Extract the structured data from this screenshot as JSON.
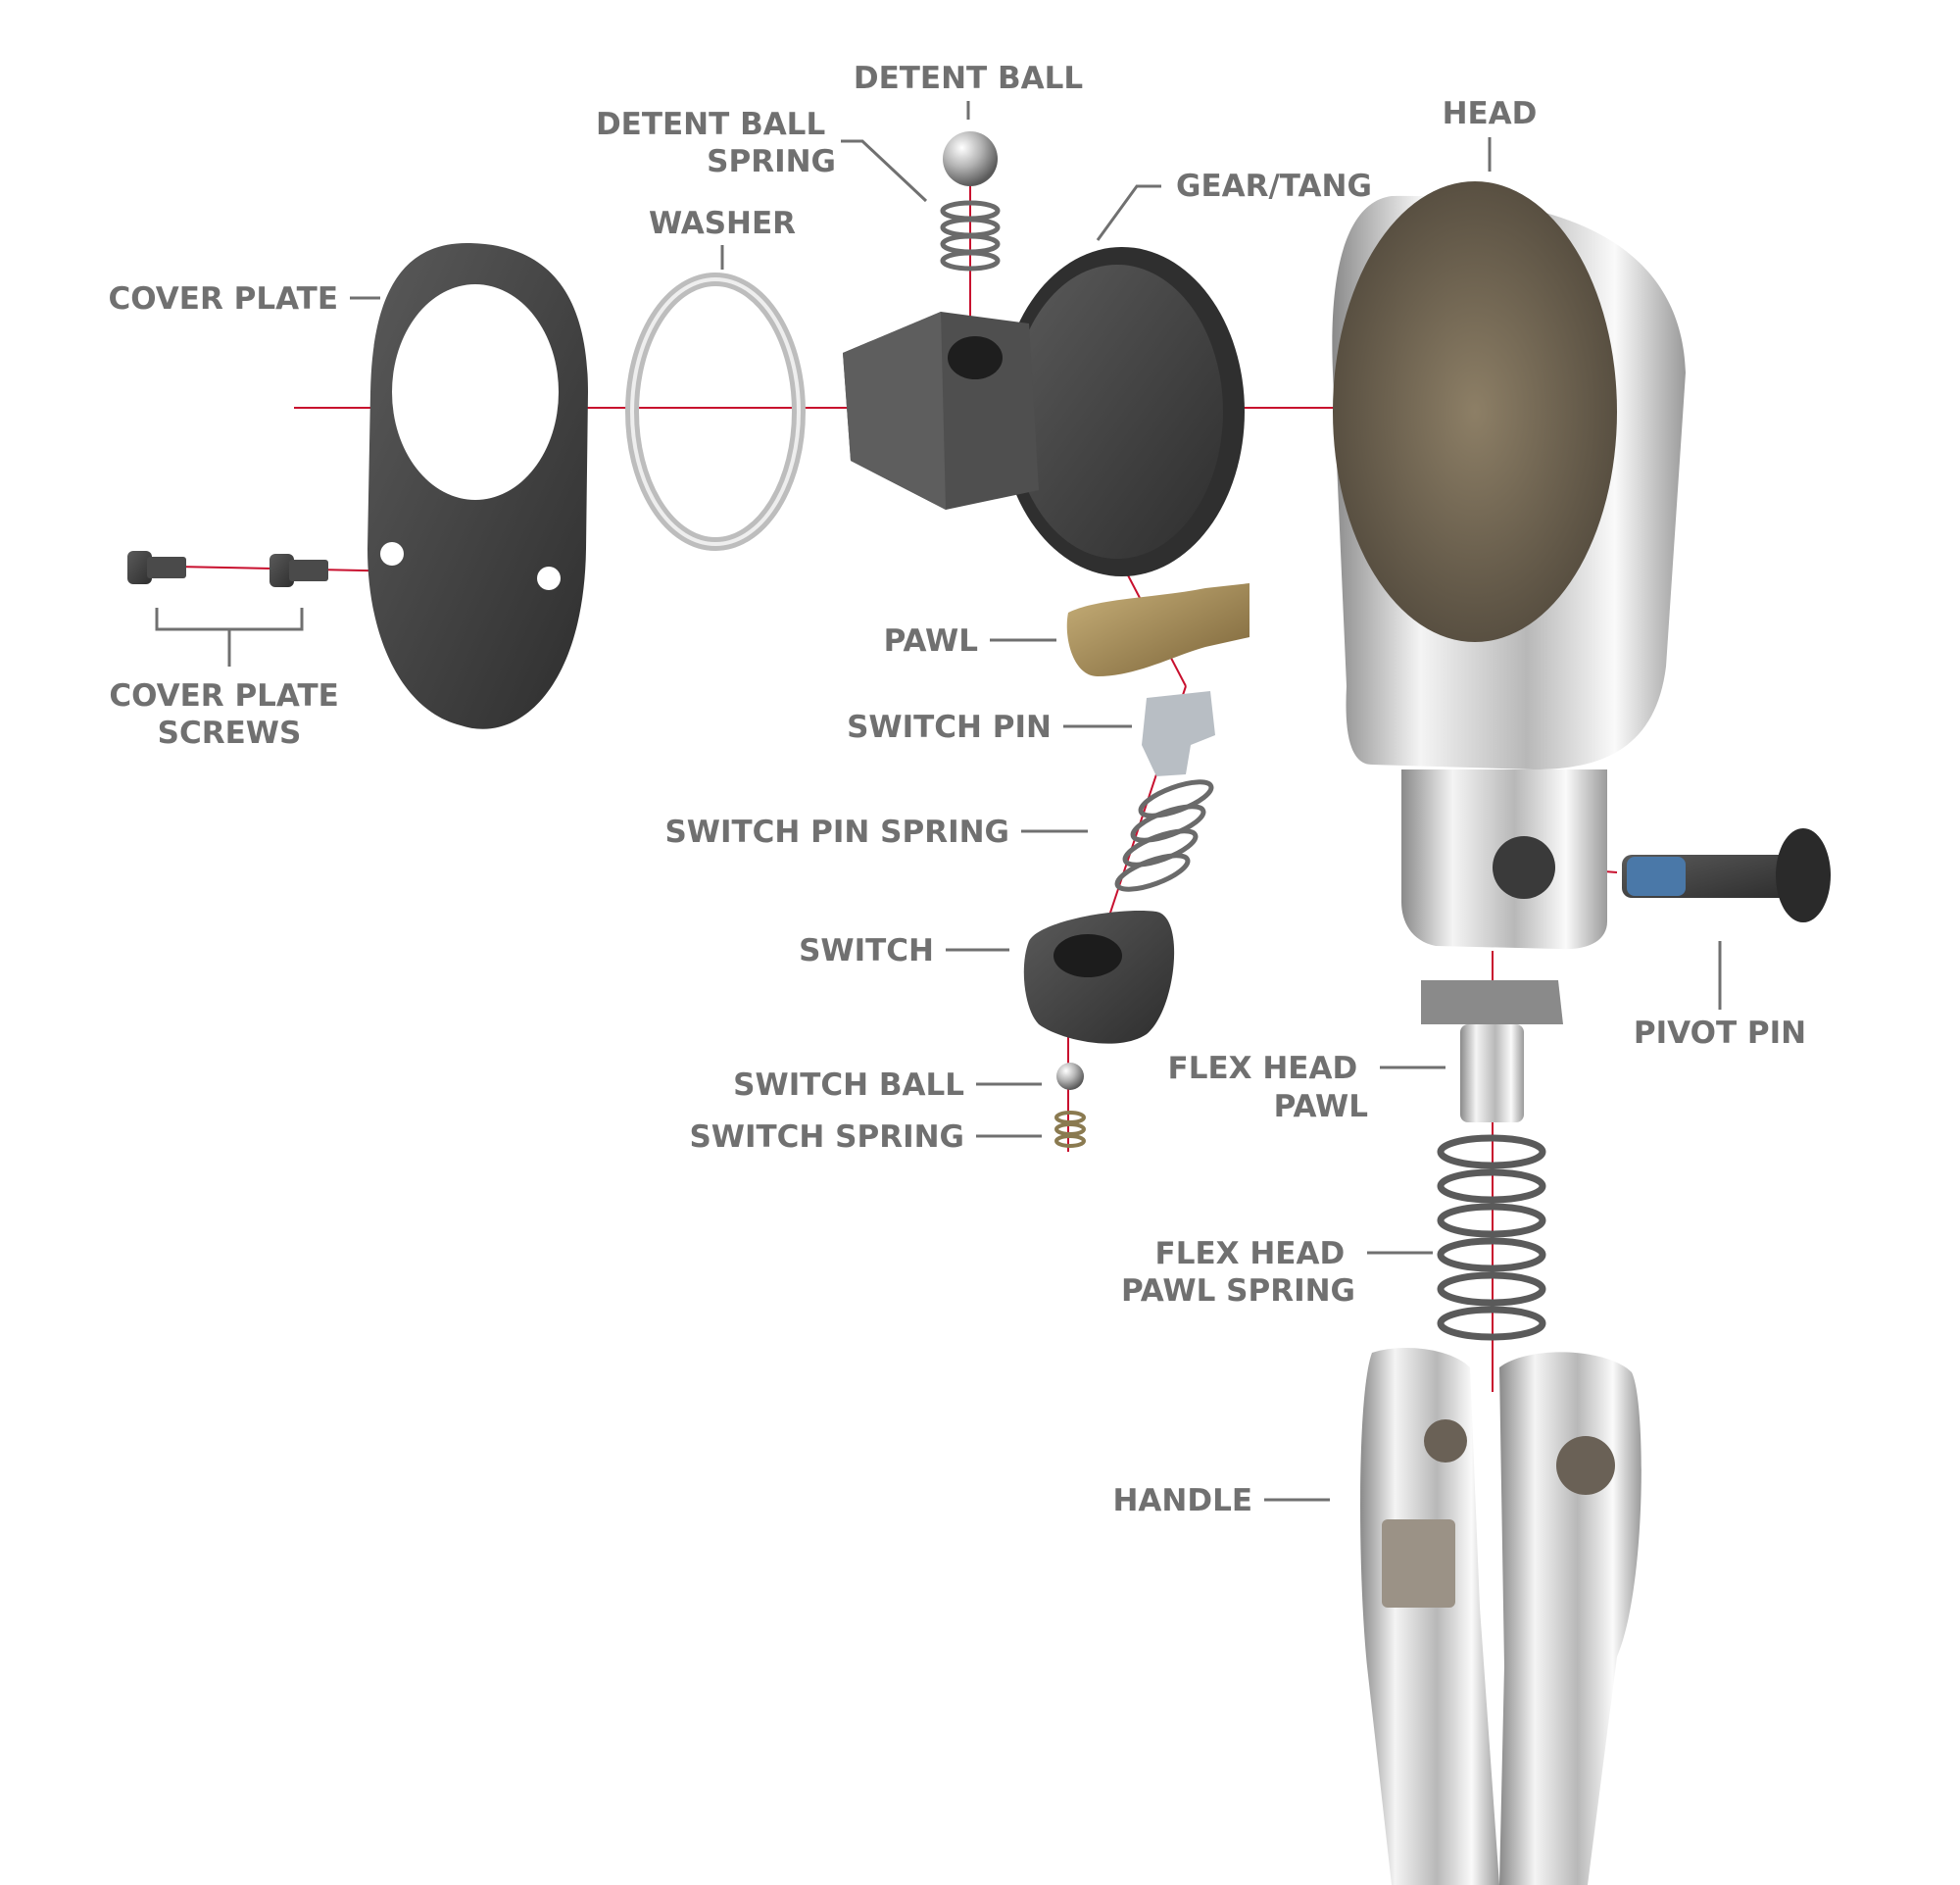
{
  "labels": {
    "detent_ball": "DETENT BALL",
    "detent_ball_spring": [
      "DETENT BALL",
      "SPRING"
    ],
    "head": "HEAD",
    "gear_tang": "GEAR/TANG",
    "washer": "WASHER",
    "cover_plate": "COVER PLATE",
    "cover_plate_screws": [
      "COVER PLATE",
      "SCREWS"
    ],
    "pawl": "PAWL",
    "switch_pin": "SWITCH PIN",
    "switch_pin_spring": "SWITCH PIN SPRING",
    "switch": "SWITCH",
    "switch_ball": "SWITCH BALL",
    "switch_spring": "SWITCH SPRING",
    "pivot_pin": "PIVOT PIN",
    "flex_head_pawl": [
      "FLEX HEAD",
      "PAWL"
    ],
    "flex_head_pawl_spring": [
      "FLEX HEAD",
      "PAWL SPRING"
    ],
    "handle": "HANDLE"
  },
  "colors": {
    "label_text": "#707070",
    "axis_line": "#c8102e",
    "dark_metal": "#3a3a3a",
    "chrome": "#d9d9d9",
    "brass": "#a08a5a"
  }
}
